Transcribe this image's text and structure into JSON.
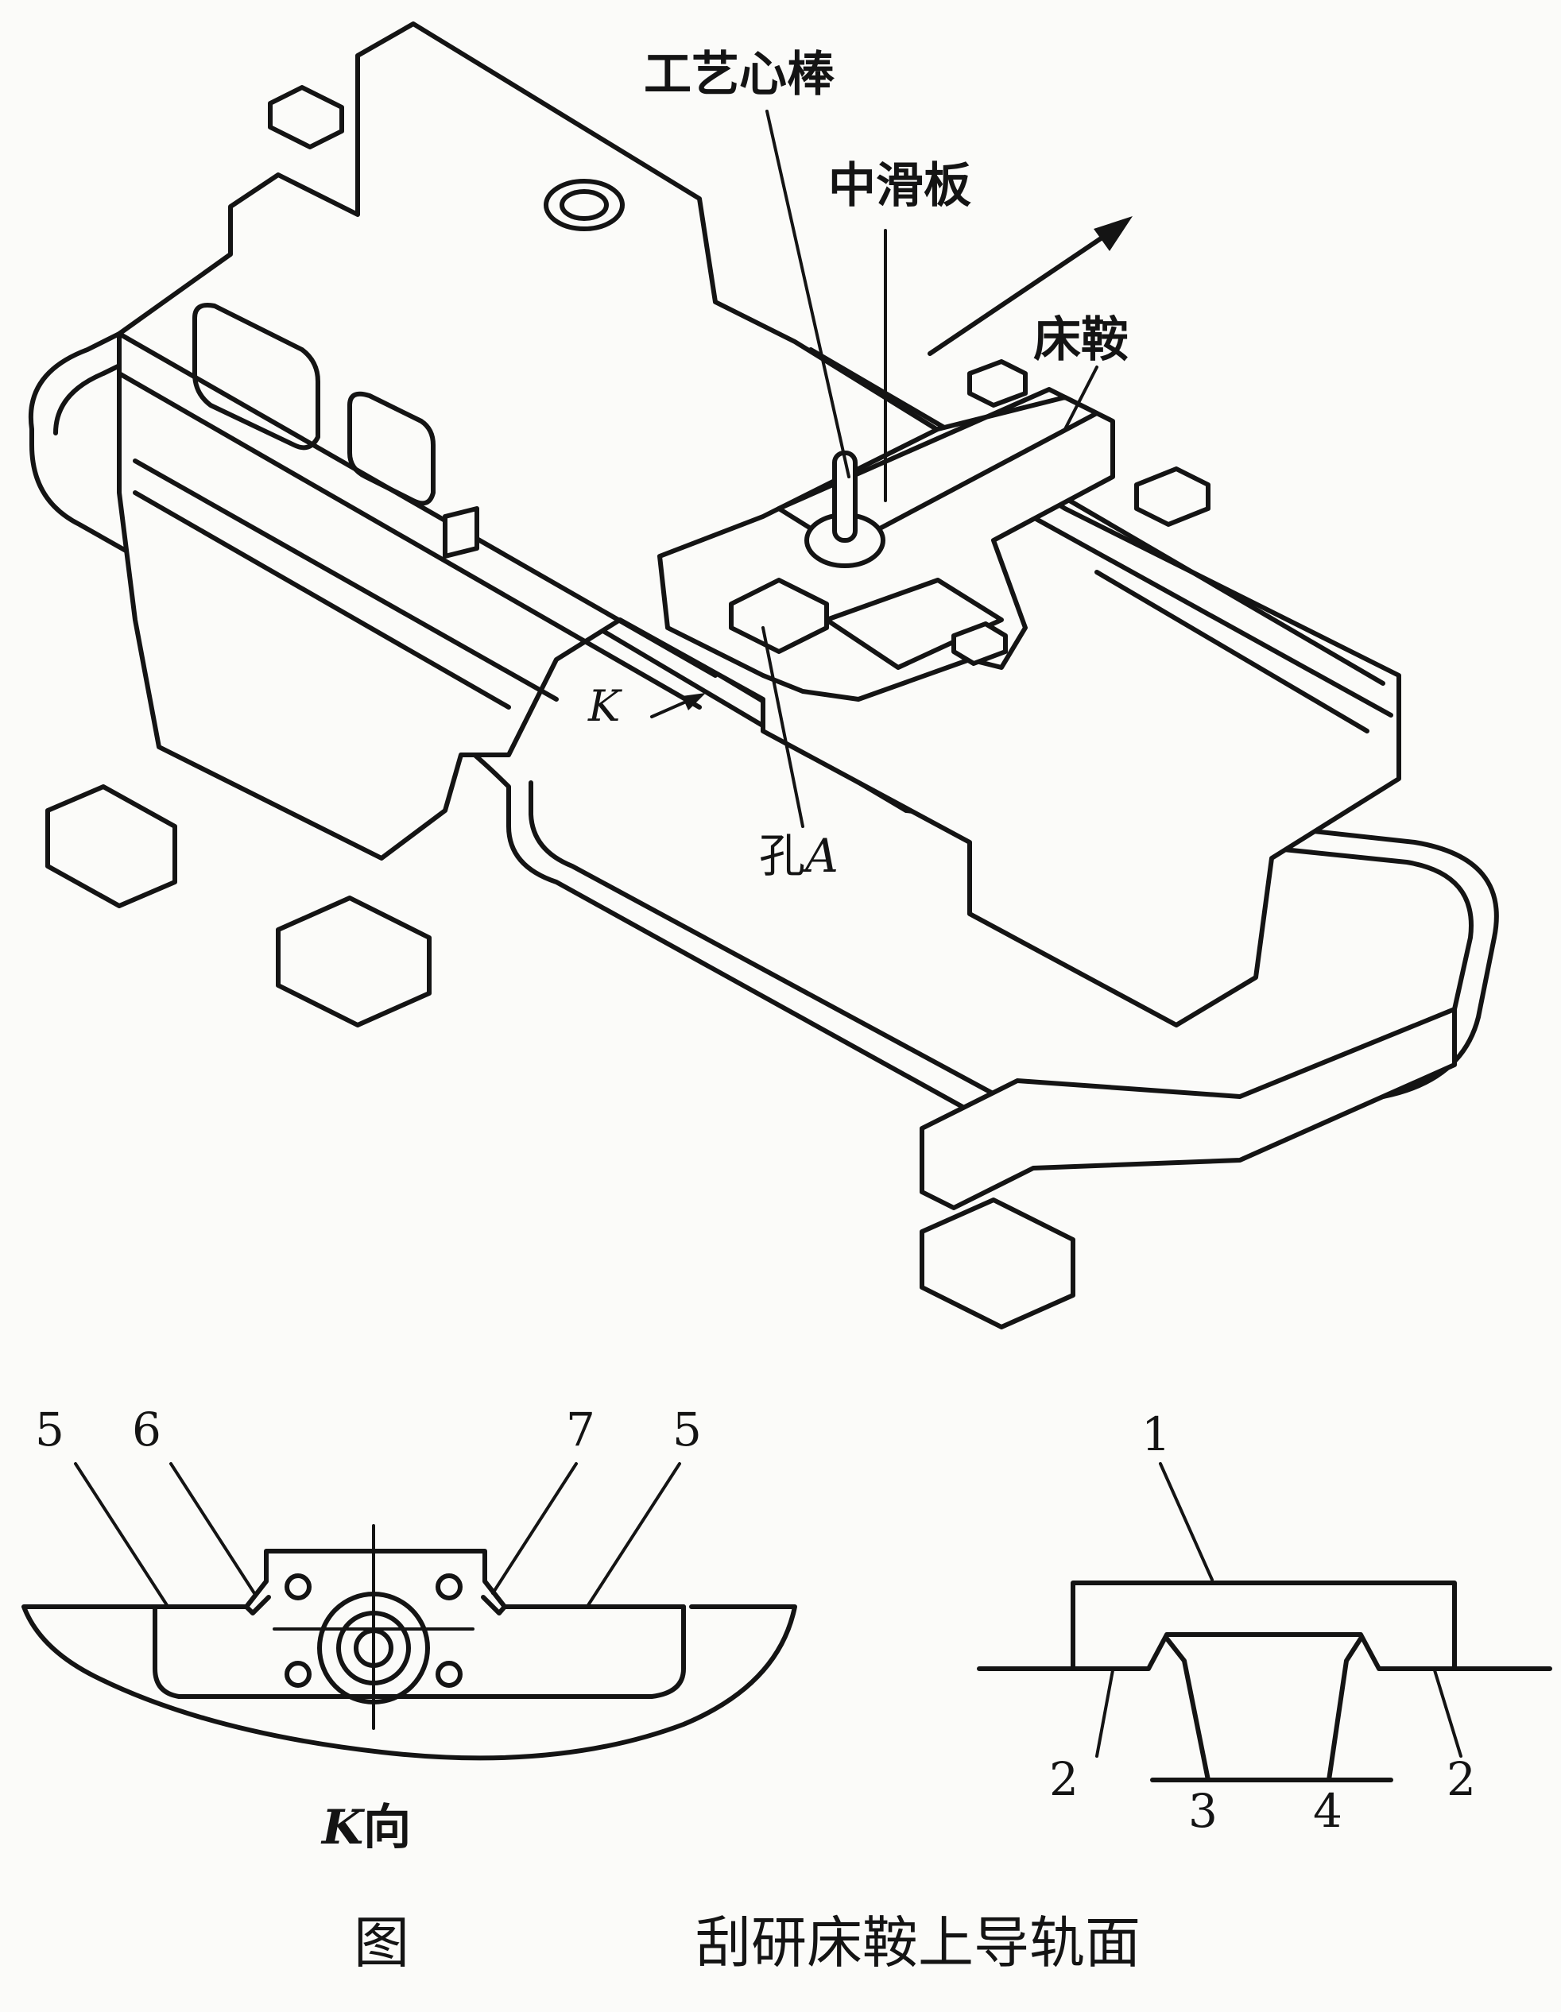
{
  "figure": {
    "labels": {
      "mandrel": "工艺心棒",
      "cross_slide": "中滑板",
      "carriage": "床鞍",
      "k_arrow": "K",
      "hole_prefix": "孔",
      "hole_letter": "A"
    },
    "k_view": {
      "title_letter": "K",
      "title_suffix": "向",
      "numbers": [
        "5",
        "6",
        "7",
        "5"
      ]
    },
    "section": {
      "numbers": [
        "1",
        "2",
        "2",
        "3",
        "4"
      ]
    },
    "caption": {
      "prefix": "图",
      "text": "刮研床鞍上导轨面"
    }
  }
}
